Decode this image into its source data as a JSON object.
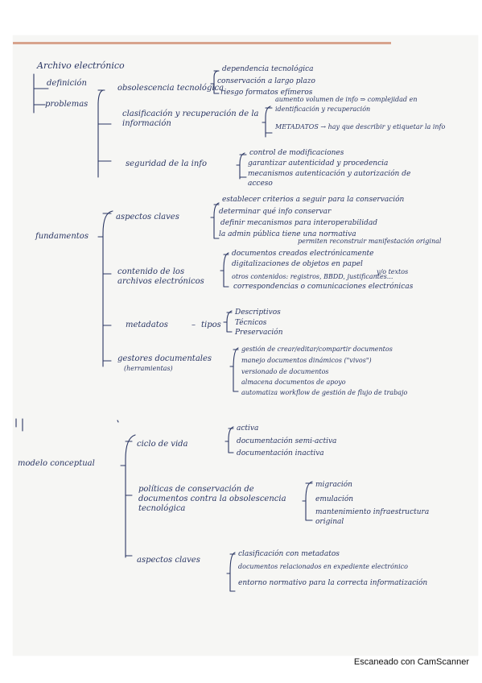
{
  "page": {
    "title": "Archivo electrónico",
    "sections": {
      "definicion": {
        "label": "definición"
      },
      "problemas": {
        "label": "problemas",
        "items": [
          {
            "label": "obsolescencia tecnológica",
            "subitems": [
              "dependencia tecnológica",
              "conservación a largo plazo",
              "riesgo formatos efímeros"
            ]
          },
          {
            "label": "clasificación y recuperación de la información",
            "subitems": [
              "aumento volumen de info ⇒ complejidad en identificación y recuperación",
              "METADATOS → hay que describir y etiquetar la info"
            ]
          },
          {
            "label": "seguridad de la info",
            "subitems": [
              "control de modificaciones",
              "garantizar autenticidad y procedencia",
              "mecanismos autenticación y autorización de acceso"
            ]
          }
        ]
      },
      "fundamentos": {
        "label": "fundamentos",
        "items": [
          {
            "label": "aspectos claves",
            "subitems": [
              "establecer criterios a seguir para la conservación",
              "determinar qué info conservar",
              "definir mecanismos para interoperabilidad",
              "la admin pública tiene una normativa"
            ],
            "note": "permiten reconstruir manifestación original"
          },
          {
            "label": "contenido de los archivos electrónicos",
            "subitems": [
              "documentos creados electrónicamente",
              "digitalizaciones de objetos en papel",
              "otros contenidos: registros, BBDD, justificantes...",
              "correspondencias o comunicaciones electrónicas"
            ],
            "note": "y/o textos"
          },
          {
            "label": "metadatos",
            "connector": "tipos",
            "subitems": [
              "Descriptivos",
              "Técnicos",
              "Preservación"
            ]
          },
          {
            "label": "gestores documentales",
            "sublabel": "(herramientas)",
            "subitems": [
              "gestión de crear/editar/compartir documentos",
              "manejo documentos dinámicos (\"vivos\")",
              "versionado de documentos",
              "almacena documentos de apoyo",
              "automatiza workflow de gestión de flujo de trabajo"
            ]
          }
        ]
      },
      "modelo_conceptual": {
        "label": "modelo conceptual",
        "items": [
          {
            "label": "ciclo de vida",
            "subitems": [
              "activa",
              "documentación semi-activa",
              "documentación inactiva"
            ]
          },
          {
            "label": "políticas de conservación de documentos contra la obsolescencia tecnológica",
            "subitems": [
              "migración",
              "emulación",
              "mantenimiento infraestructura original"
            ]
          },
          {
            "label": "aspectos claves",
            "subitems": [
              "clasificación con metadatos",
              "documentos relacionados en expediente electrónico",
              "entorno normativo para la correcta informatización"
            ]
          }
        ]
      }
    }
  },
  "footer": {
    "scanner_label": "Escaneado con CamScanner"
  }
}
